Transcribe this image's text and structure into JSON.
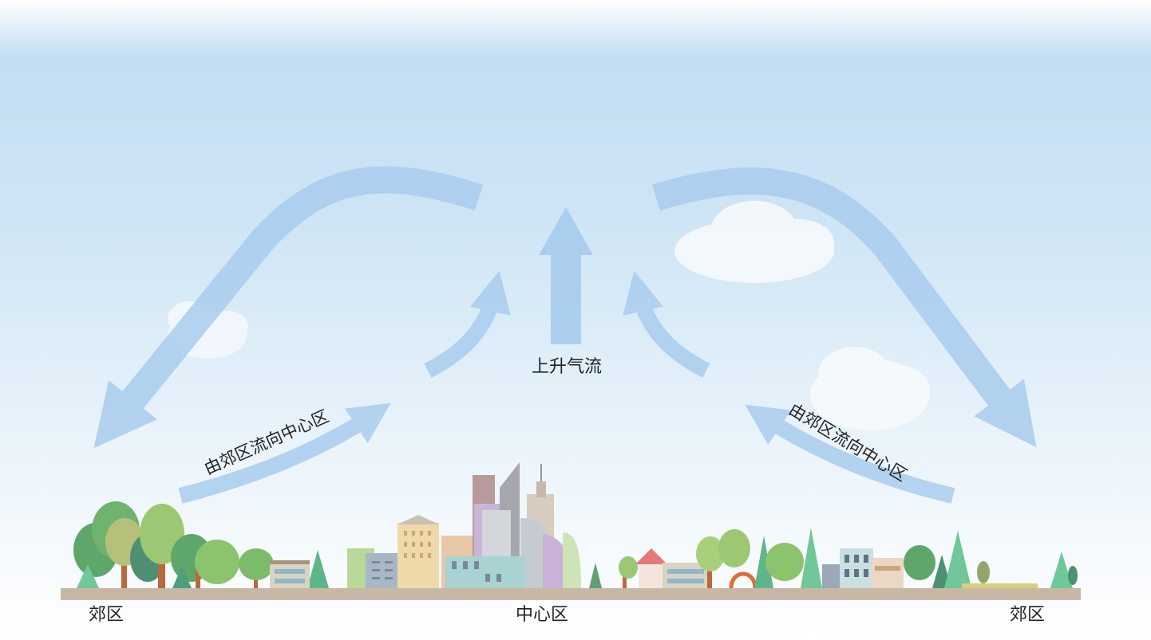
{
  "labels": {
    "updraft": "上升气流",
    "flow_left": "由郊区流向中心区",
    "flow_right": "由郊区流向中心区",
    "suburb_left": "郊区",
    "center": "中心区",
    "suburb_right": "郊区"
  },
  "colors": {
    "sky_top": "#b9d9f0",
    "sky_bottom": "#ffffff",
    "arrow": "#a9cdee",
    "ground": "#c9b7a6",
    "tree_green": "#6fb36c",
    "tree_light": "#a8cf7a",
    "trunk": "#b86a3e",
    "text": "#222222"
  }
}
